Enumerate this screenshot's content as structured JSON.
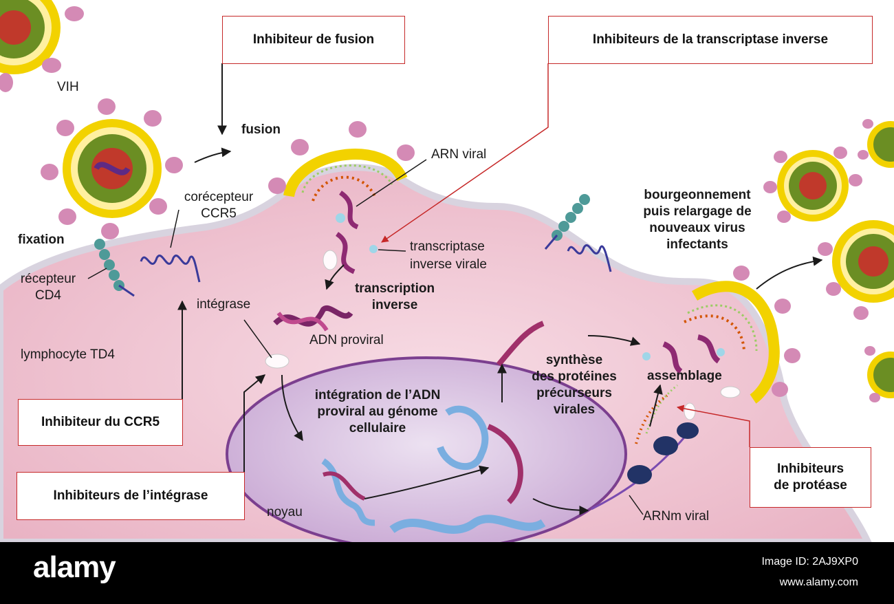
{
  "boxes": {
    "fusion_inhibitor": "Inhibiteur de fusion",
    "rt_inhibitors": "Inhibiteurs de la transcriptase inverse",
    "ccr5_inhibitor": "Inhibiteur du CCR5",
    "integrase_inhibitors": "Inhibiteurs de l’intégrase",
    "protease_inhibitors": "Inhibiteurs\nde protéase"
  },
  "labels": {
    "vih": "VIH",
    "fusion": "fusion",
    "arn_viral": "ARN viral",
    "corecepteur": "corécepteur\nCCR5",
    "fixation": "fixation",
    "recepteur": "récepteur\nCD4",
    "transcriptase": "transcriptase\ninverse virale",
    "transcription_inverse": "transcription\ninverse",
    "integrase": "intégrase",
    "adn_proviral": "ADN proviral",
    "lymphocyte": "lymphocyte TD4",
    "bourgeonnement": "bourgeonnement\npuis relargage de\nnouveaux virus\ninfectants",
    "synthese": "synthèse\ndes protéines\nprécurseurs\nvirales",
    "assemblage": "assemblage",
    "integration": "intégration de l’ADN\nproviral au génome\ncellulaire",
    "noyau": "noyau",
    "arnm_viral": "ARNm viral"
  },
  "footer": {
    "brand": "alamy",
    "image_id": "Image ID: 2AJ9XP0",
    "site": "www.alamy.com"
  },
  "colors": {
    "inhibitor_border": "#c62828",
    "cell_fill": "#e9b3c4",
    "nucleus_fill": "#c8a7d3",
    "virus_envelope": "#f2d200",
    "footer_bg": "#000000"
  }
}
